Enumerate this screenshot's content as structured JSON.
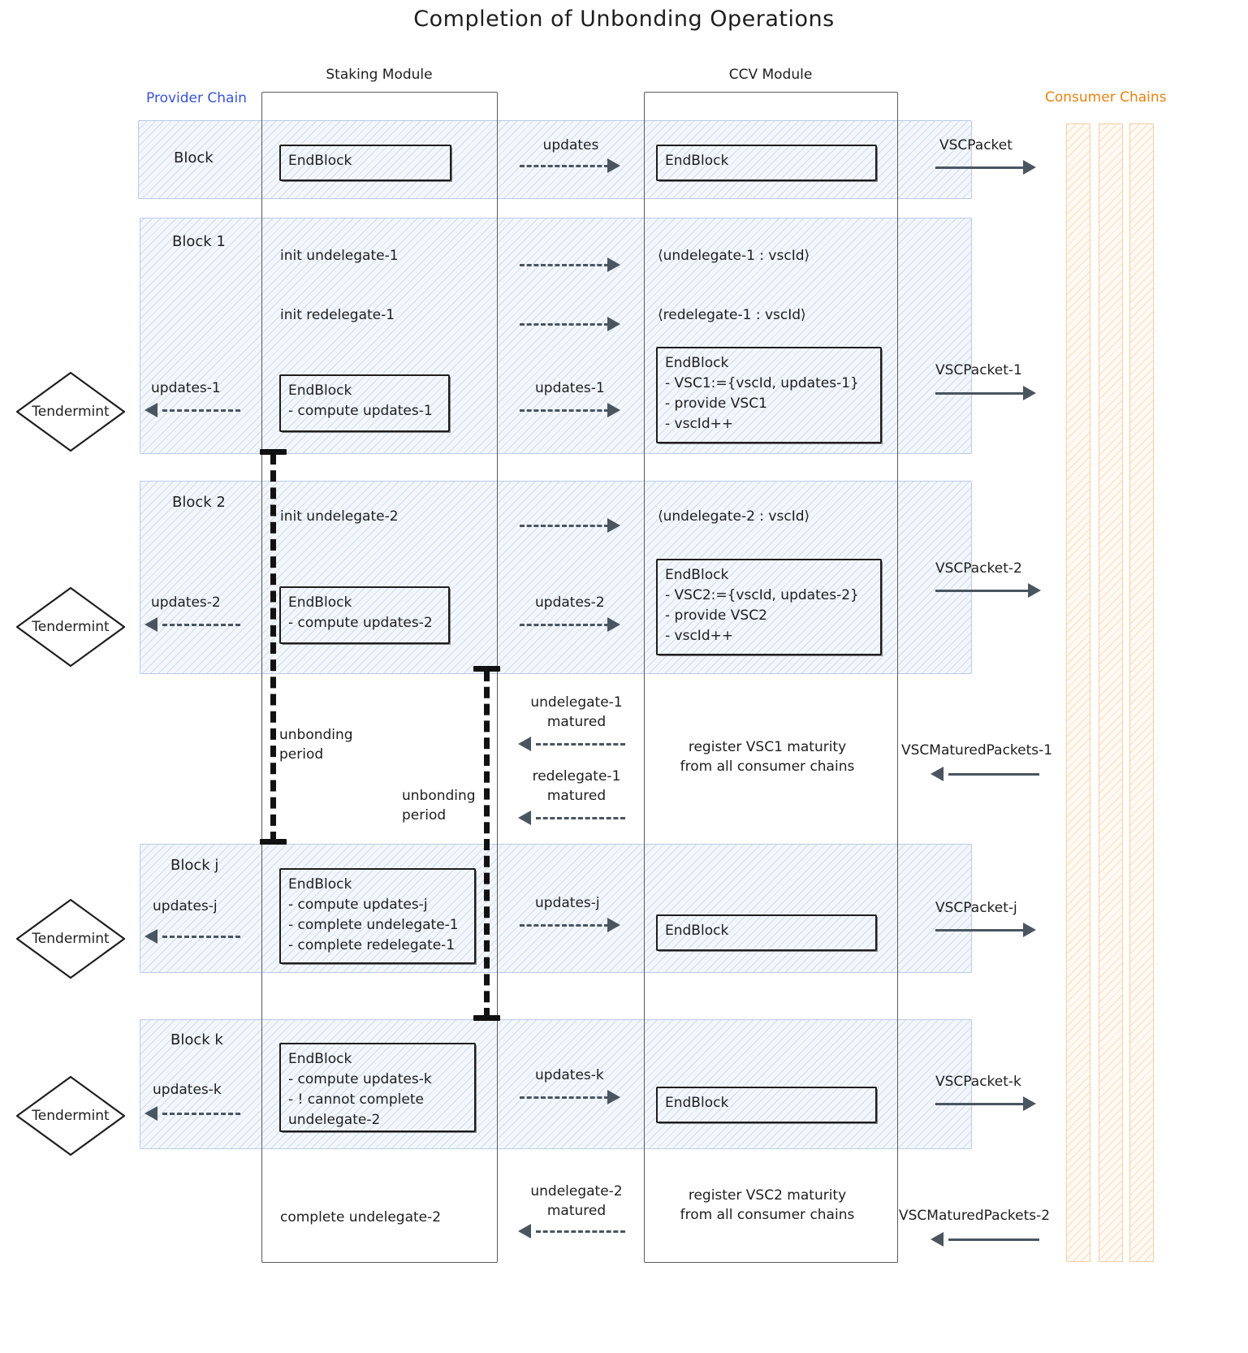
{
  "title": "Completion of Unbonding Operations",
  "lanes": {
    "provider_chain": "Provider Chain",
    "staking_module": "Staking Module",
    "ccv_module": "CCV Module",
    "consumer_chains": "Consumer Chains"
  },
  "colors": {
    "provider": "#3b53d6",
    "consumer": "#e8820c",
    "band_fill": "#f3f7fc",
    "band_stroke": "#b9cbe8",
    "consumer_fill": "#fffaf4",
    "consumer_stroke": "#f6cfa4",
    "ink": "#1e1e1e",
    "arrow": "#4a5560"
  },
  "actor": {
    "tendermint": "Tendermint"
  },
  "blocks": [
    {
      "name": "Block"
    },
    {
      "name": "Block 1"
    },
    {
      "name": "Block 2"
    },
    {
      "name": "Block j"
    },
    {
      "name": "Block k"
    }
  ],
  "staking": {
    "b0_endblock": "EndBlock",
    "b1_init_undelegate": "init undelegate-1",
    "b1_init_redelegate": "init redelegate-1",
    "b1_endblock": "EndBlock\n- compute updates-1",
    "b2_init_undelegate": "init undelegate-2",
    "b2_endblock": "EndBlock\n- compute updates-2",
    "bj_endblock": "EndBlock\n- compute updates-j\n- complete undelegate-1\n- complete redelegate-1",
    "bk_endblock": "EndBlock\n- compute updates-k\n- ! cannot complete\nundelegate-2",
    "complete_undelegate_2": "complete undelegate-2",
    "unbonding_period_1": "unbonding\nperiod"
  },
  "ccv": {
    "b0_endblock": "EndBlock",
    "b1_undelegate_msg": "⟨undelegate-1 : vscId⟩",
    "b1_redelegate_msg": "⟨redelegate-1 : vscId⟩",
    "b1_endblock": "EndBlock\n- VSC1:={vscId, updates-1}\n- provide VSC1\n- vscId++",
    "b2_undelegate_msg": "⟨undelegate-2 : vscId⟩",
    "b2_endblock": "EndBlock\n- VSC2:={vscId, updates-2}\n- provide VSC2\n- vscId++",
    "bj_endblock": "EndBlock",
    "bk_endblock": "EndBlock",
    "register_vsc1": "register VSC1 maturity\nfrom all consumer chains",
    "register_vsc2": "register VSC2 maturity\nfrom all consumer chains",
    "unbonding_period_2": "unbonding\nperiod"
  },
  "arrows": {
    "updates": "updates",
    "updates_1_left": "updates-1",
    "updates_1_mid": "updates-1",
    "updates_2_left": "updates-2",
    "updates_2_mid": "updates-2",
    "updates_j_left": "updates-j",
    "updates_j_mid": "updates-j",
    "updates_k_left": "updates-k",
    "updates_k_mid": "updates-k",
    "undelegate_1_matured": "undelegate-1\nmatured",
    "redelegate_1_matured": "redelegate-1\nmatured",
    "undelegate_2_matured": "undelegate-2\nmatured",
    "vscpacket": "VSCPacket",
    "vscpacket_1": "VSCPacket-1",
    "vscpacket_2": "VSCPacket-2",
    "vscpacket_j": "VSCPacket-j",
    "vscpacket_k": "VSCPacket-k",
    "vscmatured_1": "VSCMaturedPackets-1",
    "vscmatured_2": "VSCMaturedPackets-2"
  }
}
